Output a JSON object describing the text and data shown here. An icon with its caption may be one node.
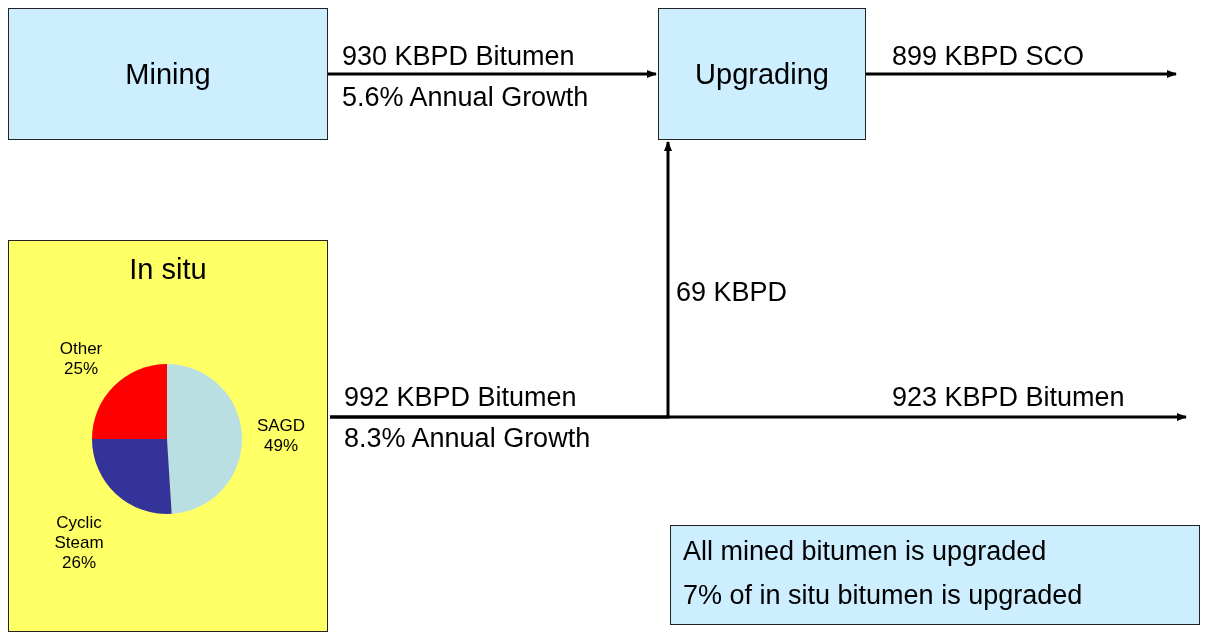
{
  "diagram": {
    "nodes": [
      {
        "text": [
          "Mining"
        ]
      },
      {
        "text": [
          "Upgrading"
        ]
      },
      {
        "text": [
          "In situ"
        ]
      },
      {
        "text": [
          "All mined bitumen is upgraded",
          "7% of in situ bitumen is upgraded"
        ]
      }
    ],
    "edges": [
      {
        "from": 0,
        "to": 1,
        "arrow": "to",
        "label": "930 KBPD Bitumen 5.6% Annual Growth"
      },
      {
        "from": 1,
        "to": null,
        "arrow": "to",
        "label": "899 KBPD SCO"
      },
      {
        "from": 2,
        "to": 1,
        "arrow": "to",
        "label": "69 KBPD"
      },
      {
        "from": 2,
        "to": null,
        "arrow": "to",
        "label": "923 KBPD Bitumen"
      }
    ],
    "labels": [
      "992 KBPD Bitumen 8.3% Annual Growth"
    ],
    "chart_data": {
      "type": "pie",
      "categories": [
        "SAGD",
        "Cyclic Steam",
        "Other"
      ],
      "values": [
        49,
        26,
        25
      ],
      "colors": [
        "#b9dfe3",
        "#333399",
        "#ff0000"
      ],
      "value_labels": [
        "49%",
        "26%",
        "25%"
      ]
    }
  }
}
